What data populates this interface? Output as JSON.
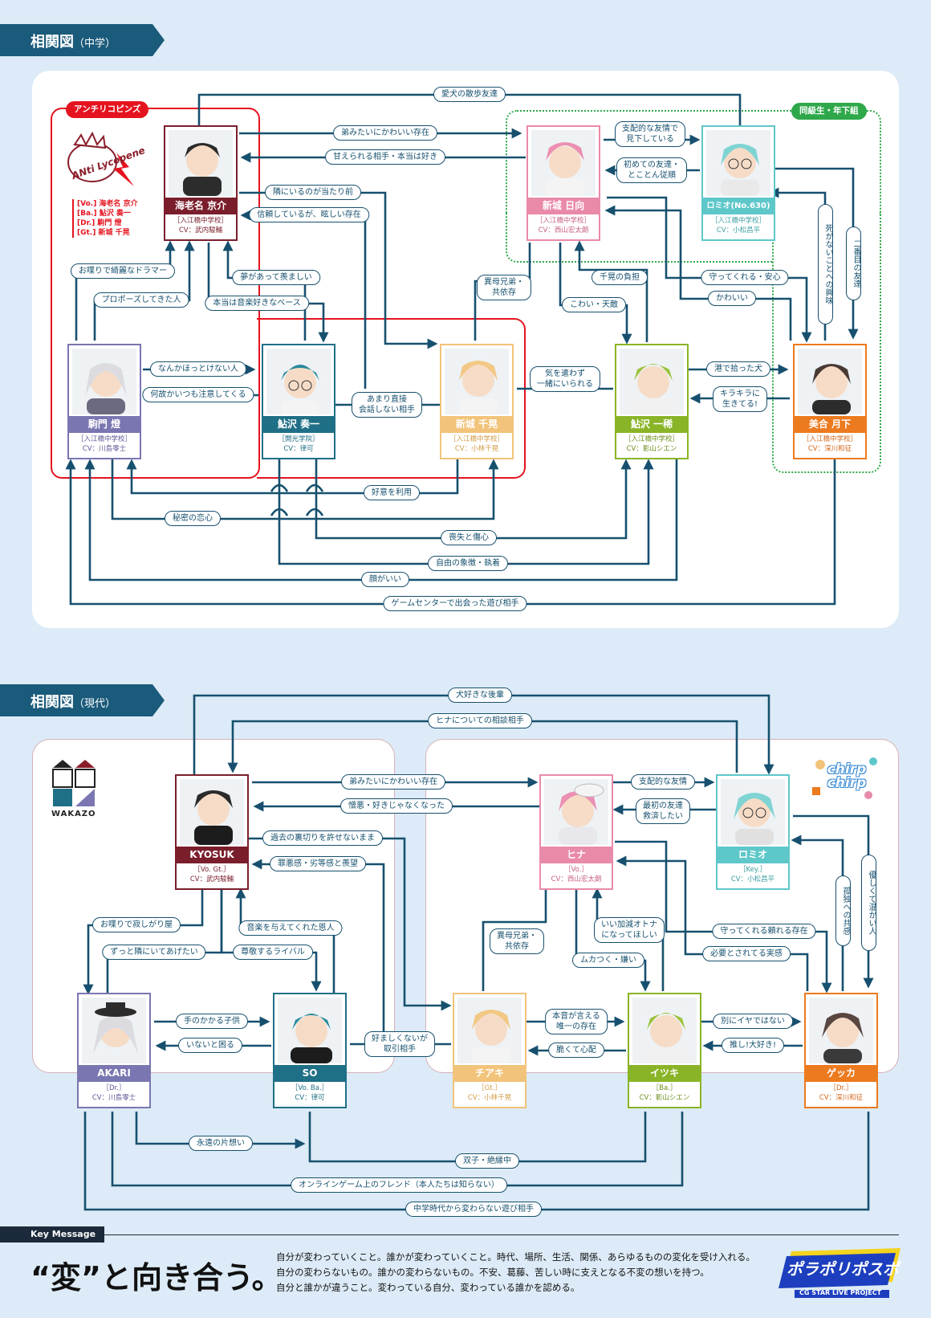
{
  "sections": {
    "middle": {
      "title": "相関図",
      "suffix": "（中学）"
    },
    "present": {
      "title": "相関図",
      "suffix": "（現代）"
    }
  },
  "groups": {
    "antiricopins": "アンチリコピンズ",
    "classmates": "同級生・年下組",
    "antiri_logo": "ANti Lycopene",
    "antiri_roles": [
      "[Vo.] 海老名 京介",
      "[Ba.] 鮎沢 奏一",
      "[Dr.] 駒門 燈",
      "[Gt.] 新城 千晃"
    ],
    "wakazo": "WAKAZO",
    "chirp": "chirp chirp"
  },
  "middle_chars": {
    "kyosuke": {
      "name": "海老名 京介",
      "school": "［入江橋中学校］",
      "cv": "CV：武内駿輔",
      "color": "#7a1e2c"
    },
    "hinata": {
      "name": "新城 日向",
      "school": "［入江橋中学校］",
      "cv": "CV：西山宏太朗",
      "color": "#e98aa9"
    },
    "romio": {
      "name": "ロミオ",
      "no": "(No.630)",
      "school": "［入江橋中学校］",
      "cv": "CV：小松昌平",
      "color": "#5ec7c9"
    },
    "akari": {
      "name": "駒門 燈",
      "school": "［入江橋中学校］",
      "cv": "CV：川島零士",
      "color": "#7a76b1"
    },
    "soichi": {
      "name": "鮎沢 奏一",
      "school": "［開光学院］",
      "cv": "CV：律可",
      "color": "#1f6f86"
    },
    "chiaki": {
      "name": "新城 千晃",
      "school": "［入江橋中学校］",
      "cv": "CV：小林千晃",
      "color": "#f2c37a"
    },
    "itsuki": {
      "name": "鮎沢 一稀",
      "school": "［入江橋中学校］",
      "cv": "CV：影山シエン",
      "color": "#8ab427"
    },
    "gekka": {
      "name": "美合 月下",
      "school": "［入江橋中学校］",
      "cv": "CV：深川和征",
      "color": "#ec7a1e"
    }
  },
  "present_chars": {
    "kyosuk": {
      "name": "KYOSUK",
      "role": "［Vo. Gt.］",
      "cv": "CV：武内駿輔",
      "color": "#7a1e2c"
    },
    "hina": {
      "name": "ヒナ",
      "role": "［Vo.］",
      "cv": "CV：西山宏太朗",
      "color": "#e98aa9"
    },
    "romio": {
      "name": "ロミオ",
      "role": "［Key.］",
      "cv": "CV：小松昌平",
      "color": "#5ec7c9"
    },
    "akari": {
      "name": "AKARI",
      "role": "［Dr.］",
      "cv": "CV：川島零士",
      "color": "#7a76b1"
    },
    "so": {
      "name": "SO",
      "role": "［Vo. Ba.］",
      "cv": "CV：律可",
      "color": "#1f6f86"
    },
    "chiaki": {
      "name": "チアキ",
      "role": "［Gt.］",
      "cv": "CV：小林千晃",
      "color": "#f2c37a"
    },
    "itsuki": {
      "name": "イツキ",
      "role": "［Ba.］",
      "cv": "CV：影山シエン",
      "color": "#8ab427"
    },
    "gekka": {
      "name": "ゲッカ",
      "role": "［Dr.］",
      "cv": "CV：深川和征",
      "color": "#ec7a1e"
    }
  },
  "middle_labels": {
    "dog_walk": "愛犬の散歩友達",
    "cute_little_bro": "弟みたいにかわいい存在",
    "spoiled_by": "甘えられる相手・本当は好き",
    "dominant": "支配的な友情で\n見下している",
    "first_friend": "初めての友達・\nとことん従順",
    "next_natural": "隣にいるのが当たり前",
    "trust_bright": "信頼しているが、眩しい存在",
    "chatty": "お喋りで綺麗なドラマー",
    "proposal": "プロポーズしてきた人",
    "dream_envy": "夢があって羨ましい",
    "music_lover_bass": "本当は音楽好きなベース",
    "half_bro": "異母兄弟・\n共依存",
    "chiaki_burden": "千晃の負担",
    "scary_genius": "こわい・天敵",
    "protect": "守ってくれる・安心",
    "cute": "かわいい",
    "interest_death": "死がないことへの興味",
    "second_friend": "二番目の友達",
    "cant_leave": "なんかほっとけない人",
    "why_care": "何故かいつも注意してくる",
    "rarely_talk": "あまり直接\n会話しない相手",
    "considerate": "気を遣わず\n一緒にいられる",
    "harbor_dog": "港で拾った犬",
    "sparkle": "キラキラに\n生きてる!",
    "use_affection": "好意を利用",
    "secret_love": "秘密の恋心",
    "loss_grief": "喪失と傷心",
    "freedom": "自由の象徴・執着",
    "good_face": "顔がいい",
    "arcade": "ゲームセンターで出会った遊び相手"
  },
  "present_labels": {
    "dog_junior": "犬好きな後輩",
    "hina_consult": "ヒナについての相談相手",
    "cute_little_bro": "弟みたいにかわいい存在",
    "hate": "憎悪・好きじゃなくなった",
    "dominant": "支配的な友情",
    "first_friend": "最初の友達\n救済したい",
    "no_forgive": "過去の裏切りを許せないまま",
    "guilt": "罪悪感・劣等感と羨望",
    "chatty_lonely": "お喋りで寂しがり屋",
    "stay_beside": "ずっと隣にいてあげたい",
    "music_benefactor": "音楽を与えてくれた恩人",
    "respect_rival": "尊敬するライバル",
    "half_bro": "異母兄弟・\n共依存",
    "sloppy_adult": "いい加減オトナ\nになってほしい",
    "annoying": "ムカつく・嫌い",
    "protect_reliable": "守ってくれる頼れる存在",
    "needed": "必要とされてる実感",
    "lonely_empathy": "孤独への共感",
    "kind_warm": "優しくて温かい人",
    "handful_child": "手のかかる子供",
    "need_you": "いないと困る",
    "unwanted_deal": "好ましくないが\n取引相手",
    "only_honest": "本音が言える\n唯一の存在",
    "fragile_worry": "脆くて心配",
    "not_bad": "別にイヤではない",
    "fan": "推し!大好き!",
    "eternal_unrequited": "永遠の片想い",
    "twins_cut": "双子・絶縁中",
    "online_friend": "オンラインゲーム上のフレンド（本人たちは知らない）",
    "same_play": "中学時代から変わらない遊び相手"
  },
  "footer": {
    "key_message_label": "Key Message",
    "headline": "“変”と向き合う。",
    "line1": "自分が変わっていくこと。誰かが変わっていくこと。時代、場所、生活、関係、あらゆるものの変化を受け入れる。",
    "line2": "自分の変わらないもの。誰かの変わらないもの。不安、葛藤、苦しい時に支えとなる不変の想いを持つ。",
    "line3": "自分と誰かが違うこと。変わっている自分、変わっている誰かを認める。",
    "logo_main": "ポラポリポスポ",
    "logo_sub": "CG STAR LIVE PROJECT"
  },
  "colors": {
    "line": "#17506e",
    "red": "#e5131f",
    "green": "#2ea84a",
    "bg": "#dcebf7"
  }
}
